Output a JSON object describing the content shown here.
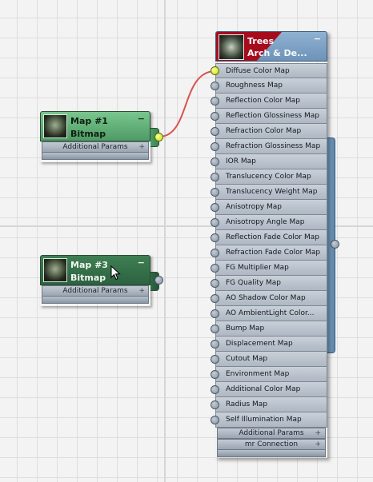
{
  "colors": {
    "grid": "#dedede",
    "wire": "#d9534f",
    "active_socket": "#d7ee1a",
    "map1_header": "#5fae77",
    "map3_header": "#336f48",
    "material_header": "#7b9fc4",
    "material_swatch": "#a60c1c"
  },
  "map1": {
    "title": "Map #1",
    "subtitle": "Bitmap",
    "minimize": "−",
    "params_label": "Additional Params",
    "params_expand": "+",
    "thumbnail_icon": "tree-thumbnail-icon"
  },
  "map3": {
    "title": "Map #3",
    "subtitle": "Bitmap",
    "minimize": "−",
    "params_label": "Additional Params",
    "params_expand": "+",
    "thumbnail_icon": "tree-thumbnail-icon"
  },
  "material": {
    "title": "Trees",
    "subtitle": "Arch & De...",
    "minimize": "−",
    "slots": [
      "Diffuse Color Map",
      "Roughness Map",
      "Reflection Color Map",
      "Reflection Glossiness Map",
      "Refraction Color Map",
      "Refraction Glossiness Map",
      "IOR Map",
      "Translucency Color Map",
      "Translucency Weight Map",
      "Anisotropy Map",
      "Anisotropy Angle Map",
      "Reflection Fade Color Map",
      "Refraction Fade Color Map",
      "FG Multiplier Map",
      "FG Quality Map",
      "AO Shadow Color Map",
      "AO AmbientLight Color...",
      "Bump Map",
      "Displacement Map",
      "Cutout Map",
      "Environment Map",
      "Additional Color Map",
      "Radius Map",
      "Self Illumination Map"
    ],
    "connected_slot_index": 0,
    "additional_params_label": "Additional Params",
    "mr_connection_label": "mr Connection",
    "expand": "+"
  }
}
